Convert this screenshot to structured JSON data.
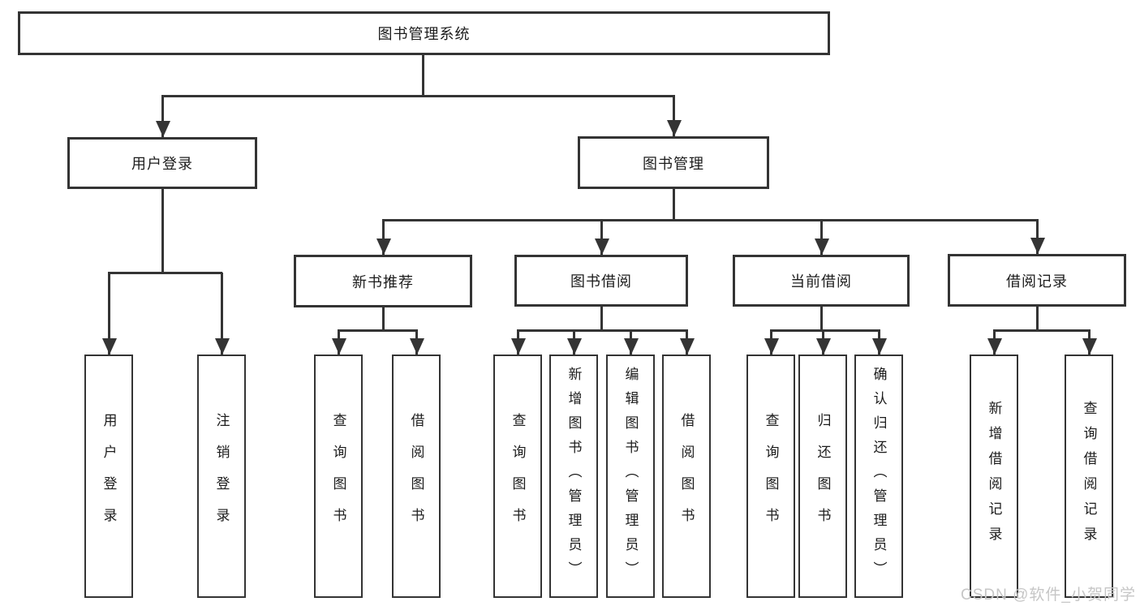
{
  "tree": {
    "root": "图书管理系统",
    "user_login": {
      "label": "用户登录",
      "children": [
        "用户登录",
        "注销登录"
      ]
    },
    "book_mgmt": {
      "label": "图书管理"
    },
    "groups": [
      {
        "label": "新书推荐",
        "children": [
          "查询图书",
          "借阅图书"
        ]
      },
      {
        "label": "图书借阅",
        "children": [
          "查询图书",
          "新增图书（管理员）",
          "编辑图书（管理员）",
          "借阅图书"
        ]
      },
      {
        "label": "当前借阅",
        "children": [
          "查询图书",
          "归还图书",
          "确认归还（管理员）"
        ]
      },
      {
        "label": "借阅记录",
        "children": [
          "新增借阅记录",
          "查询借阅记录"
        ]
      }
    ]
  },
  "watermark": {
    "text": "CSDN @软件_小贺同学"
  },
  "colors": {
    "line": "#343434",
    "background": "#ffffff",
    "watermark": "#c6c6c6",
    "text": "#1c1c1c"
  }
}
